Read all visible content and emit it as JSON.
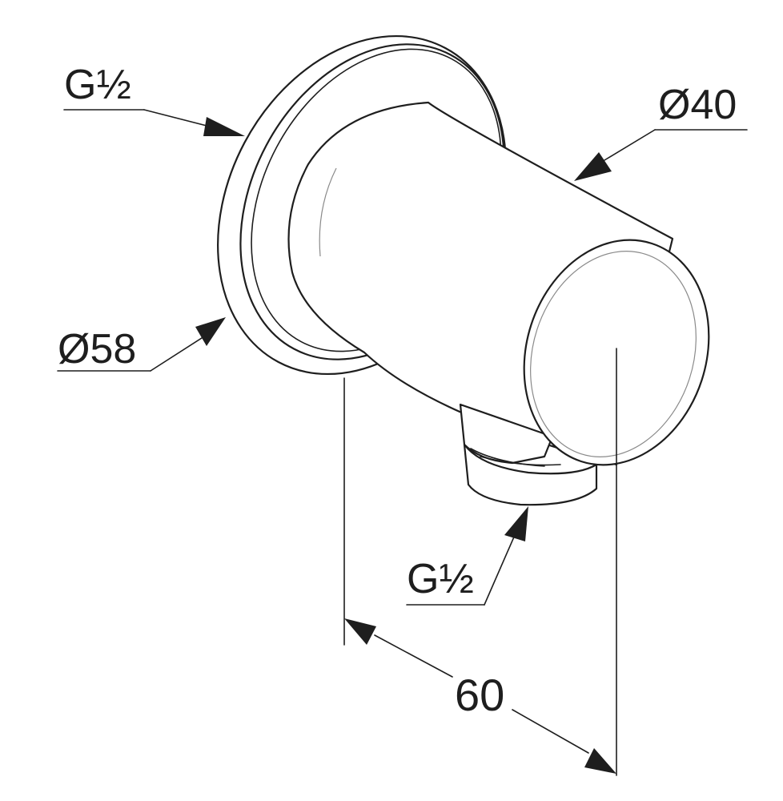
{
  "dimensions": {
    "inlet_thread": "G½",
    "flange_diameter": "Ø58",
    "body_diameter": "Ø40",
    "outlet_thread": "G½",
    "depth": "60"
  },
  "colors": {
    "line": "#1e1e1e",
    "background": "#ffffff"
  }
}
